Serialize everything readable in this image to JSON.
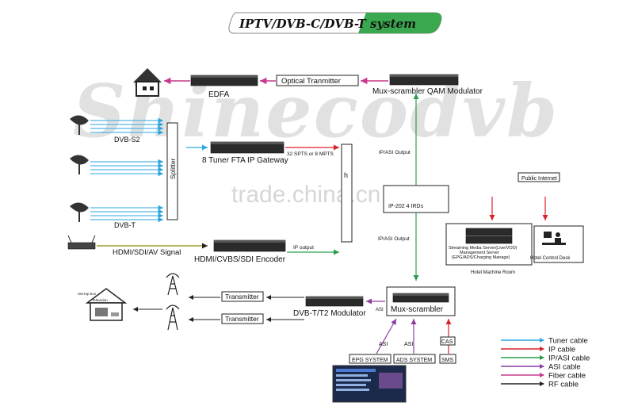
{
  "title": "IPTV/DVB-C/DVB-T system",
  "watermark": {
    "brand": "Shinecodvb",
    "site": "trade.china.cn"
  },
  "nodes": {
    "edfa": "EDFA",
    "optical": "Optical Tranmitter",
    "qam": "Mux-scrambler  QAM Modulator",
    "dvbs2": "DVB-S2",
    "dvbt": "DVB-T",
    "splitter": "Splitter",
    "gateway": "8 Tuner FTA IP Gateway",
    "spts": "32 SPTS or 8 MPTS",
    "hdmi_signal": "HDMI/SDI/AV Signal",
    "encoder": "HDMI/CVBS/SDI Encoder",
    "ip_output": "IP output",
    "switch_partial": "h",
    "ip_asi_output_top": "IP/ASI Output",
    "ip_asi_output_bottom": "IP/ASI Output",
    "hidden_box": "IP-202 4 IRDs",
    "public_internet": "Public Internet",
    "server": "Streaming Media Server(Live/VOD)\nManagement Server\n(EPG/ADS/Charging Manage)",
    "machine_room": "Hotel Machine Room",
    "control_desk": "Hotel Control Desk",
    "mux_scrambler": "Mux-scrambler",
    "dvbt2": "DVB-T/T2 Modulator",
    "asi_small": "ASI",
    "transmitter1": "Transmitter",
    "transmitter2": "Transmitter",
    "asi1": "ASI",
    "asi2": "ASI",
    "cas": "CAS",
    "epg": "EPG SYSTEM",
    "ads": "ADS SYSTEM",
    "sms": "SMS",
    "house_label1": "Set-top box",
    "house_label2": "Television"
  },
  "legend": [
    {
      "label": "Tuner cable",
      "color": "#2aa6e0"
    },
    {
      "label": "IP cable",
      "color": "#d8232a"
    },
    {
      "label": "IP/ASI cable",
      "color": "#2a9d4a"
    },
    {
      "label": "ASI cable",
      "color": "#8e3fa0"
    },
    {
      "label": "Fiber cable",
      "color": "#c8388c"
    },
    {
      "label": "RF cable",
      "color": "#222222"
    }
  ]
}
